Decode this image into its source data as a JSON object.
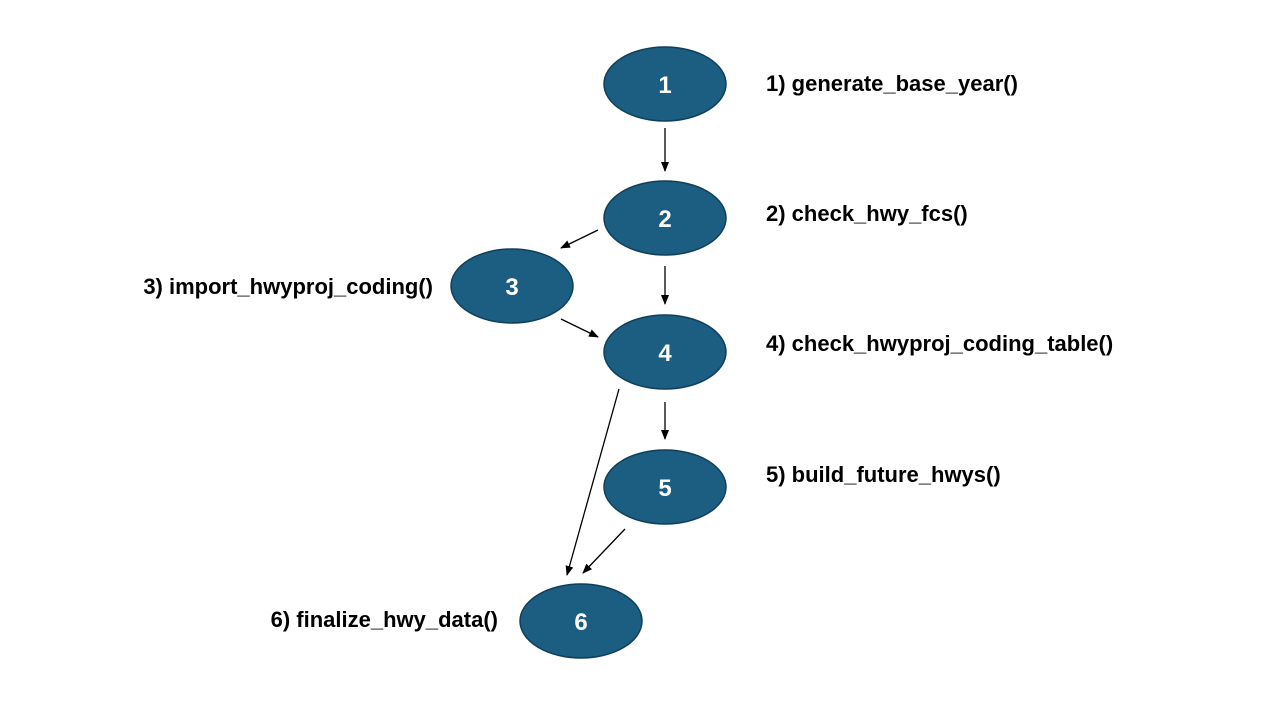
{
  "colors": {
    "node_fill": "#1b5e82",
    "node_stroke": "#0f3f5a",
    "node_text": "#ffffff",
    "label_text": "#000000",
    "edge": "#000000",
    "background": "#ffffff"
  },
  "nodes": [
    {
      "id": "1",
      "number": "1",
      "label": "1) generate_base_year()"
    },
    {
      "id": "2",
      "number": "2",
      "label": "2) check_hwy_fcs()"
    },
    {
      "id": "3",
      "number": "3",
      "label": "3) import_hwyproj_coding()"
    },
    {
      "id": "4",
      "number": "4",
      "label": "4) check_hwyproj_coding_table()"
    },
    {
      "id": "5",
      "number": "5",
      "label": "5) build_future_hwys()"
    },
    {
      "id": "6",
      "number": "6",
      "label": "6) finalize_hwy_data()"
    }
  ],
  "edges": [
    {
      "from": "1",
      "to": "2"
    },
    {
      "from": "2",
      "to": "3"
    },
    {
      "from": "2",
      "to": "4"
    },
    {
      "from": "3",
      "to": "4"
    },
    {
      "from": "4",
      "to": "5"
    },
    {
      "from": "4",
      "to": "6"
    },
    {
      "from": "5",
      "to": "6"
    }
  ]
}
